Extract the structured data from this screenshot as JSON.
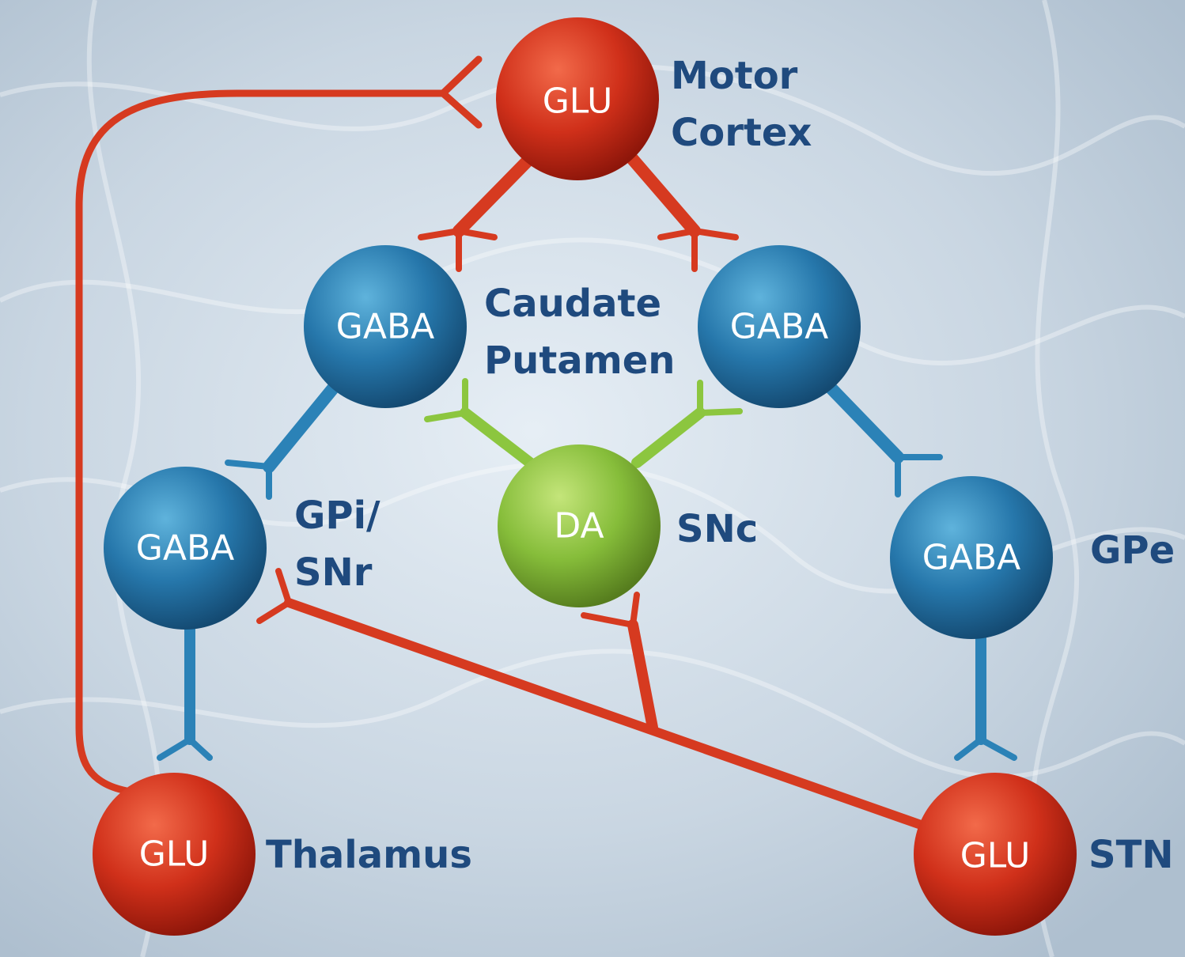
{
  "colors": {
    "glutamate": "#d63a20",
    "gaba": "#2b82b7",
    "dopamine": "#8cc63f",
    "label": "#1f4a7e",
    "background": "#c7d3de"
  },
  "neurons": {
    "motor_cortex": "GLU",
    "caudate_left": "GABA",
    "caudate_right": "GABA",
    "gpi": "GABA",
    "snc": "DA",
    "gpe": "GABA",
    "thalamus": "GLU",
    "stn": "GLU"
  },
  "regions": {
    "motor_line1": "Motor",
    "motor_line2": "Cortex",
    "caudate_line1": "Caudate",
    "caudate_line2": "Putamen",
    "gpi_line1": "GPi/",
    "gpi_line2": "SNr",
    "snc": "SNc",
    "gpe": "GPe",
    "thalamus": "Thalamus",
    "stn": "STN"
  }
}
